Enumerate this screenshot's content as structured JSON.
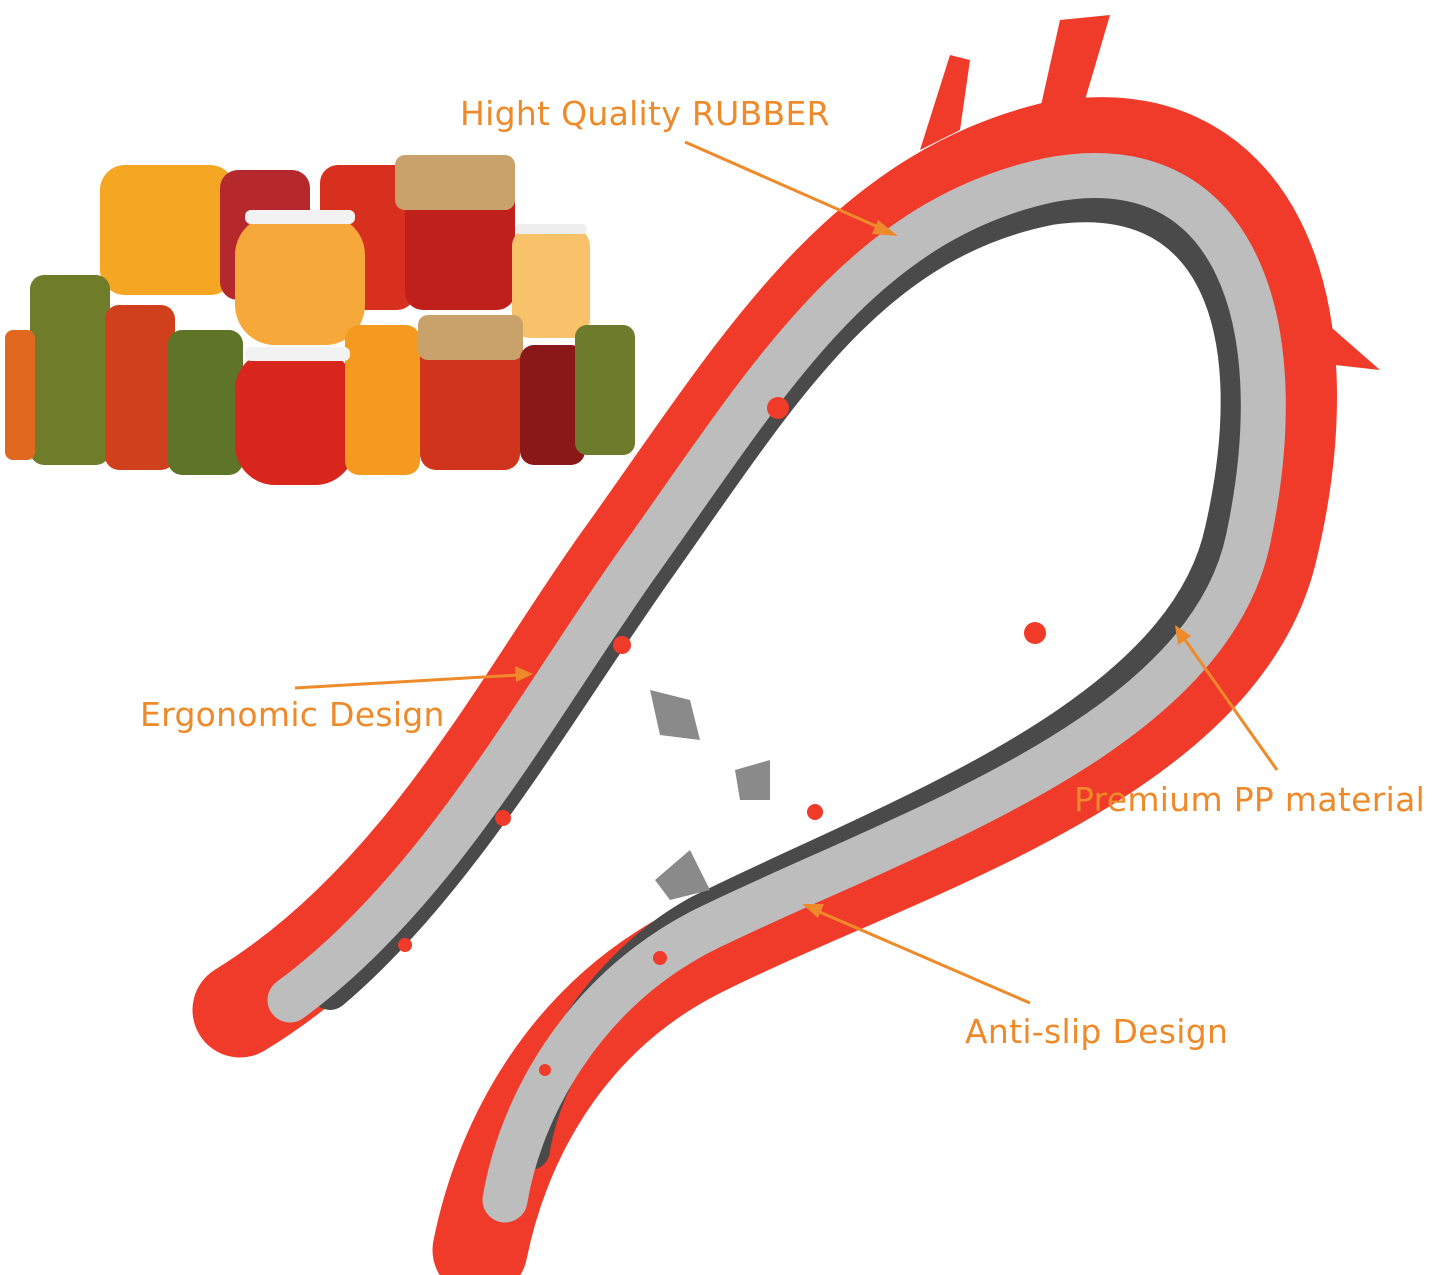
{
  "callouts": {
    "rubber": "Hight Quality RUBBER",
    "ergonomic": "Ergonomic Design",
    "pp_material": "Premium PP material",
    "anti_slip": "Anti-slip Design"
  },
  "colors": {
    "label": "#ee8a2a",
    "opener_red": "#f03a2a",
    "opener_gray": "#bdbdbd",
    "opener_dark": "#4a4a4a",
    "metal": "#8a8a8a"
  }
}
